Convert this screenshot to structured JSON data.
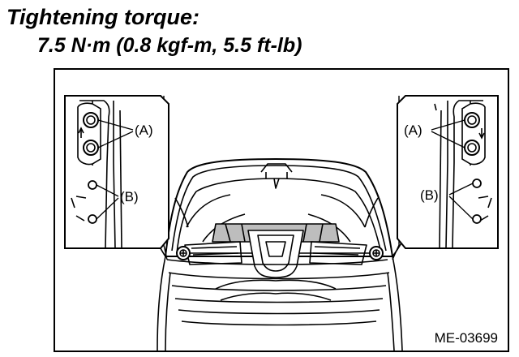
{
  "header": {
    "label": "Tightening torque:",
    "value": "7.5 N·m (0.8 kgf-m, 5.5 ft-lb)"
  },
  "callouts": {
    "left_a": "(A)",
    "left_b": "(B)",
    "right_a": "(A)",
    "right_b": "(B)"
  },
  "figure_code": "ME-03699"
}
